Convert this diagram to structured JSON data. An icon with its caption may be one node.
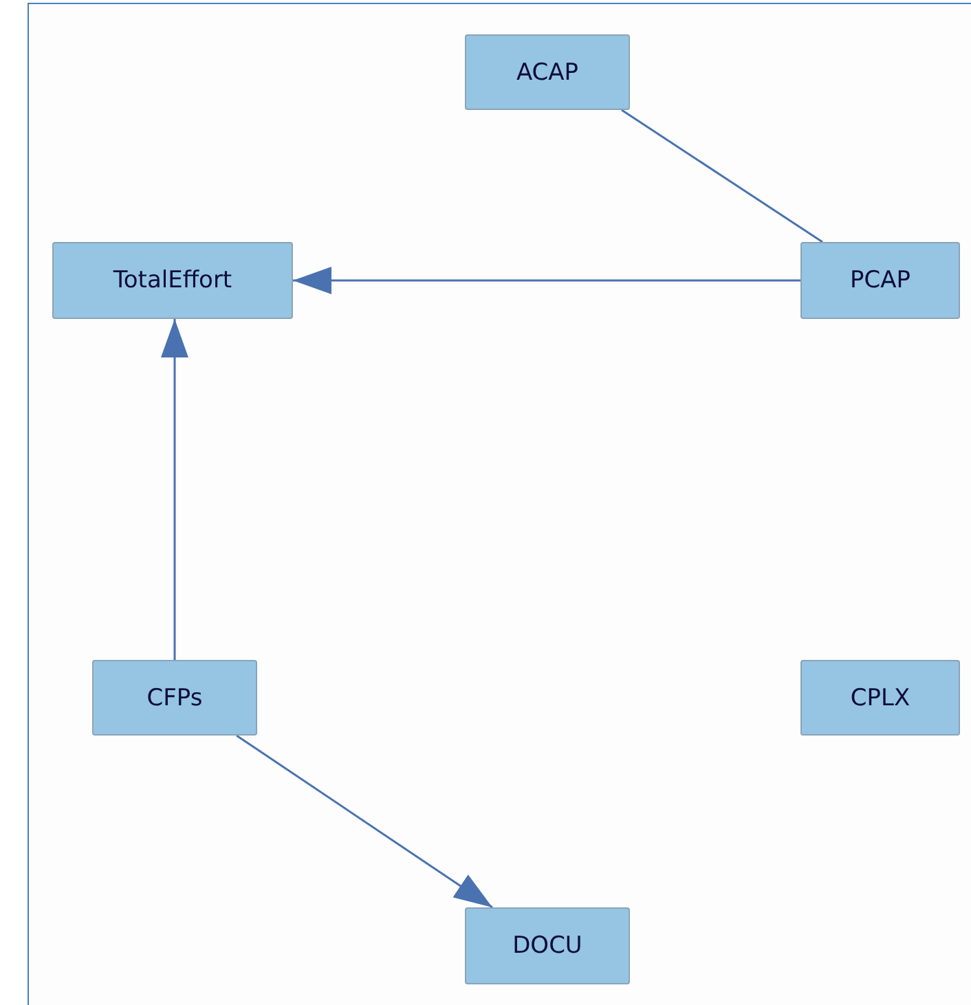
{
  "diagram": {
    "nodes": [
      {
        "text": [
          "ACAP"
        ]
      },
      {
        "text": [
          "TotalEffort"
        ]
      },
      {
        "text": [
          "PCAP"
        ]
      },
      {
        "text": [
          "CFPs"
        ]
      },
      {
        "text": [
          "CPLX"
        ]
      },
      {
        "text": [
          "DOCU"
        ]
      }
    ],
    "edges": [
      {
        "from": 0,
        "to": 2,
        "arrow": "none"
      },
      {
        "from": 2,
        "to": 1,
        "arrow": "to"
      },
      {
        "from": 3,
        "to": 1,
        "arrow": "to"
      },
      {
        "from": 3,
        "to": 5,
        "arrow": "to"
      }
    ]
  }
}
